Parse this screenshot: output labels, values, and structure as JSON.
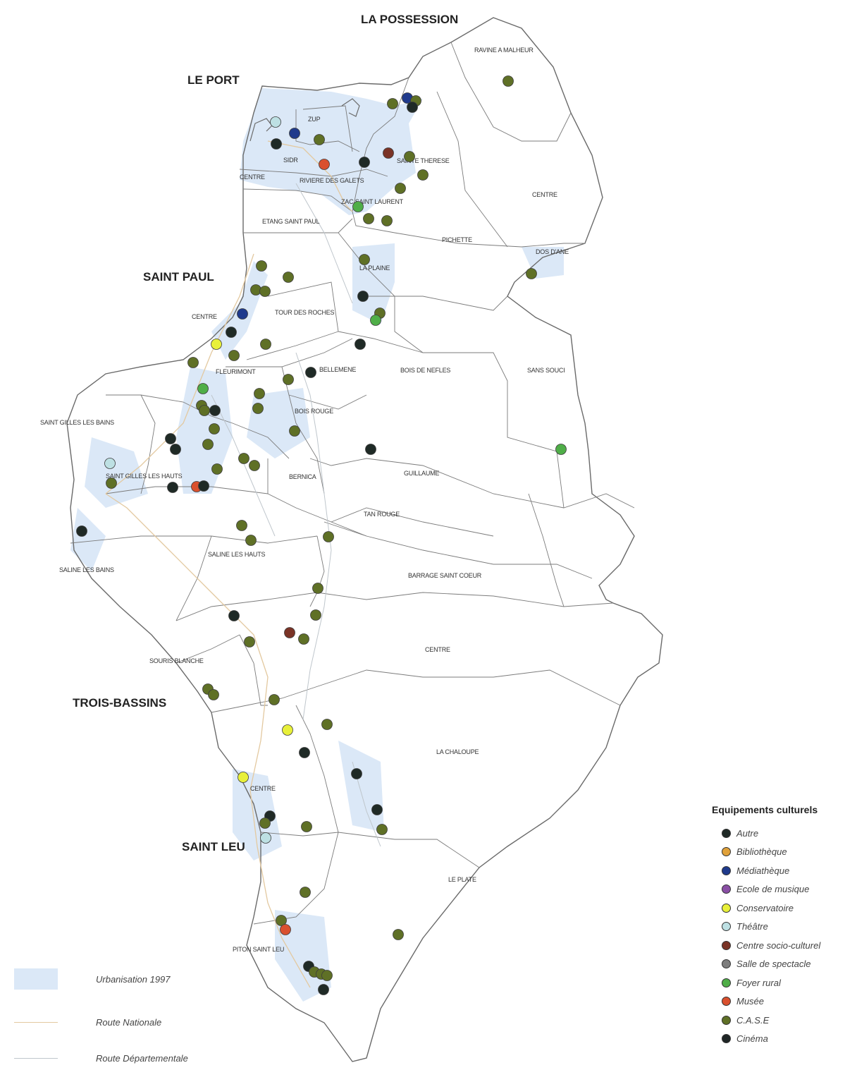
{
  "communes": {
    "la_possession": "LA POSSESSION",
    "le_port": "LE PORT",
    "saint_paul": "SAINT PAUL",
    "trois_bassins": "TROIS-BASSINS",
    "saint_leu": "SAINT LEU"
  },
  "quarters": {
    "ravine_a_malheur": "RAVINE A MALHEUR",
    "zup": "ZUP",
    "sidr": "SIDR",
    "centre_port": "CENTRE",
    "riviere_des_galets": "RIVIERE DES GALETS",
    "sainte_therese": "SAINTE THERESE",
    "centre_possession": "CENTRE",
    "zac_saint_laurent": "ZAC SAINT LAURENT",
    "etang_saint_paul": "ETANG SAINT PAUL",
    "pichette": "PICHETTE",
    "dos_d_ane": "DOS D'ANE",
    "la_plaine": "LA PLAINE",
    "centre_saint_paul": "CENTRE",
    "tour_des_roches": "TOUR DES ROCHES",
    "fleurimont": "FLEURIMONT",
    "bellemene": "BELLEMENE",
    "bois_de_nefles": "BOIS DE NEFLES",
    "sans_souci": "SANS SOUCI",
    "saint_gilles_les_bains": "SAINT GILLES LES BAINS",
    "bois_rouge": "BOIS ROUGE",
    "saint_gilles_les_hauts": "SAINT GILLES LES HAUTS",
    "bernica": "BERNICA",
    "guillaume": "GUILLAUME",
    "tan_rouge": "TAN ROUGE",
    "saline_les_hauts": "SALINE LES HAUTS",
    "saline_les_bains": "SALINE LES BAINS",
    "barrage_saint_coeur": "BARRAGE SAINT COEUR",
    "centre_trois_bassins": "CENTRE",
    "souris_blanche": "SOURIS BLANCHE",
    "la_chaloupe": "LA CHALOUPE",
    "centre_saint_leu": "CENTRE",
    "le_plate": "LE PLATE",
    "piton_saint_leu": "PITON SAINT LEU"
  },
  "legend": {
    "title": "Equipements culturels",
    "items": [
      {
        "label": "Autre",
        "color": "#1f2a26"
      },
      {
        "label": "Bibliothèque",
        "color": "#e0a13a"
      },
      {
        "label": "Médiathèque",
        "color": "#1f3a8c"
      },
      {
        "label": "Ecole de musique",
        "color": "#8a4fa5"
      },
      {
        "label": "Conservatoire",
        "color": "#e8f03a"
      },
      {
        "label": "Théâtre",
        "color": "#bde0e3"
      },
      {
        "label": "Centre socio-culturel",
        "color": "#7a3326"
      },
      {
        "label": "Salle de spectacle",
        "color": "#7d7d7d"
      },
      {
        "label": "Foyer rural",
        "color": "#4fae48"
      },
      {
        "label": "Musée",
        "color": "#d9502e"
      },
      {
        "label": "C.A.S.E",
        "color": "#5f7026"
      },
      {
        "label": "Cinéma",
        "color": "#1f2626"
      }
    ]
  },
  "base_legend": {
    "urbanisation": "Urbanisation 1997",
    "route_nationale": "Route Nationale",
    "route_departementale": "Route Départementale"
  },
  "colors": {
    "urban": "#dbe8f7",
    "route_nationale": "#e3c9a0",
    "route_departementale": "#bfc6cc",
    "boundary": "#6a6a6a"
  }
}
